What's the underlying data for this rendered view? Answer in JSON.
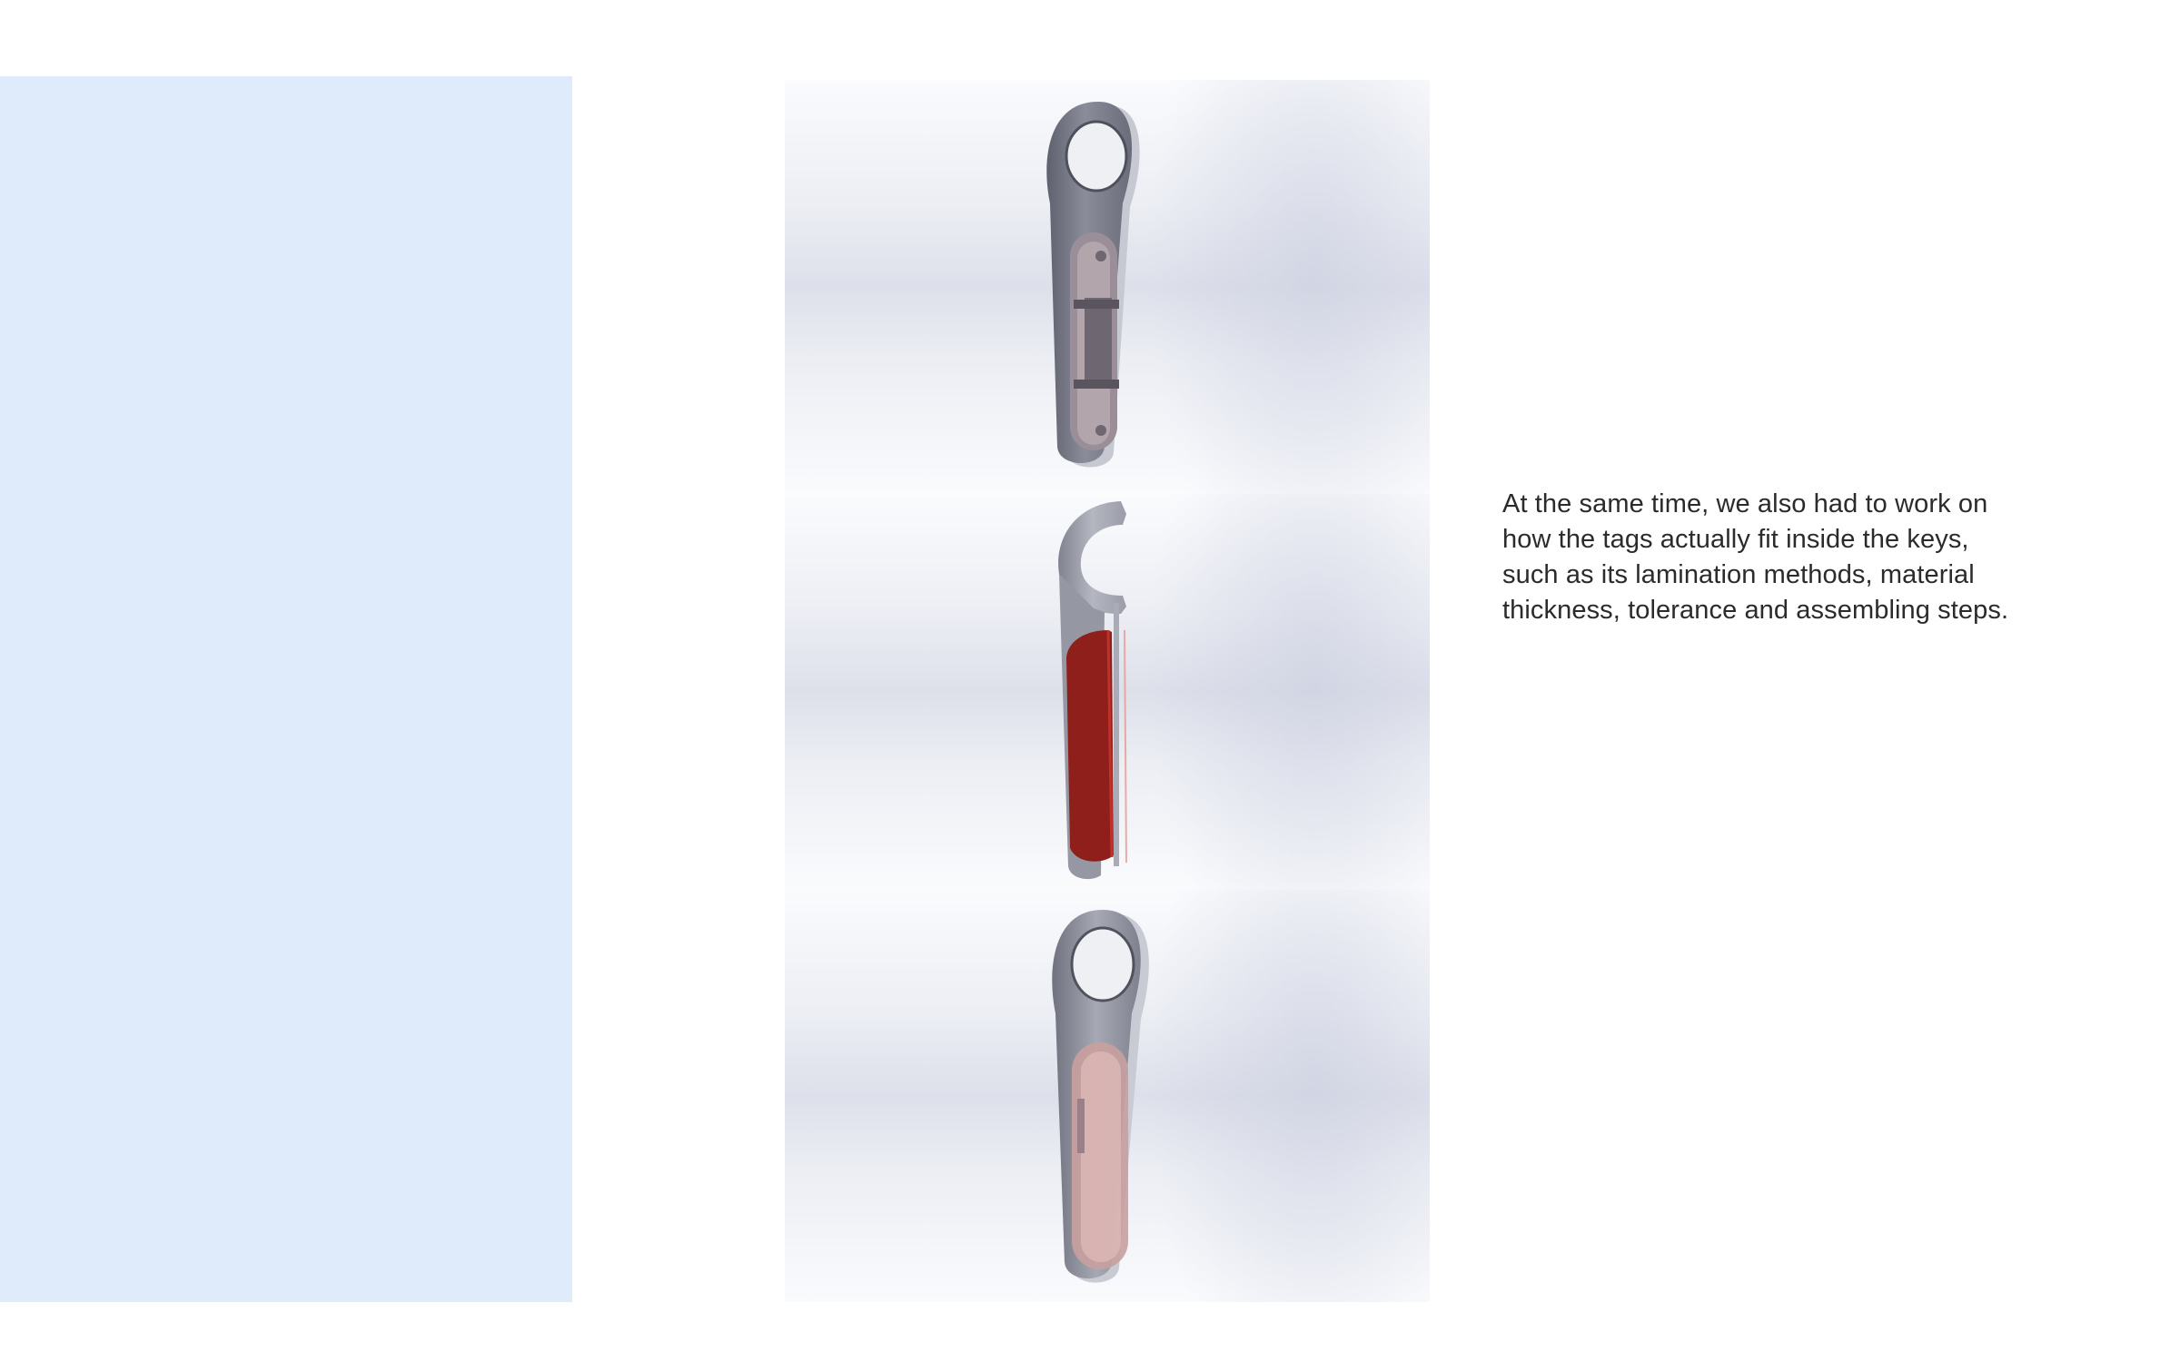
{
  "caption": "At the same time, we also had to work on\nhow the tags actually fit inside the keys,\nsuch as its lamination methods, material\nthickness, tolerance and assembling steps.",
  "images": [
    {
      "subject": "key-fob-interior-view"
    },
    {
      "subject": "key-fob-section-view"
    },
    {
      "subject": "key-fob-assembled-view"
    }
  ],
  "colors": {
    "side_panel": "#dfeafb",
    "metal": "#7c7f8c",
    "tag_red": "#8e1f1b",
    "tag_pink": "#c9a0a0"
  }
}
